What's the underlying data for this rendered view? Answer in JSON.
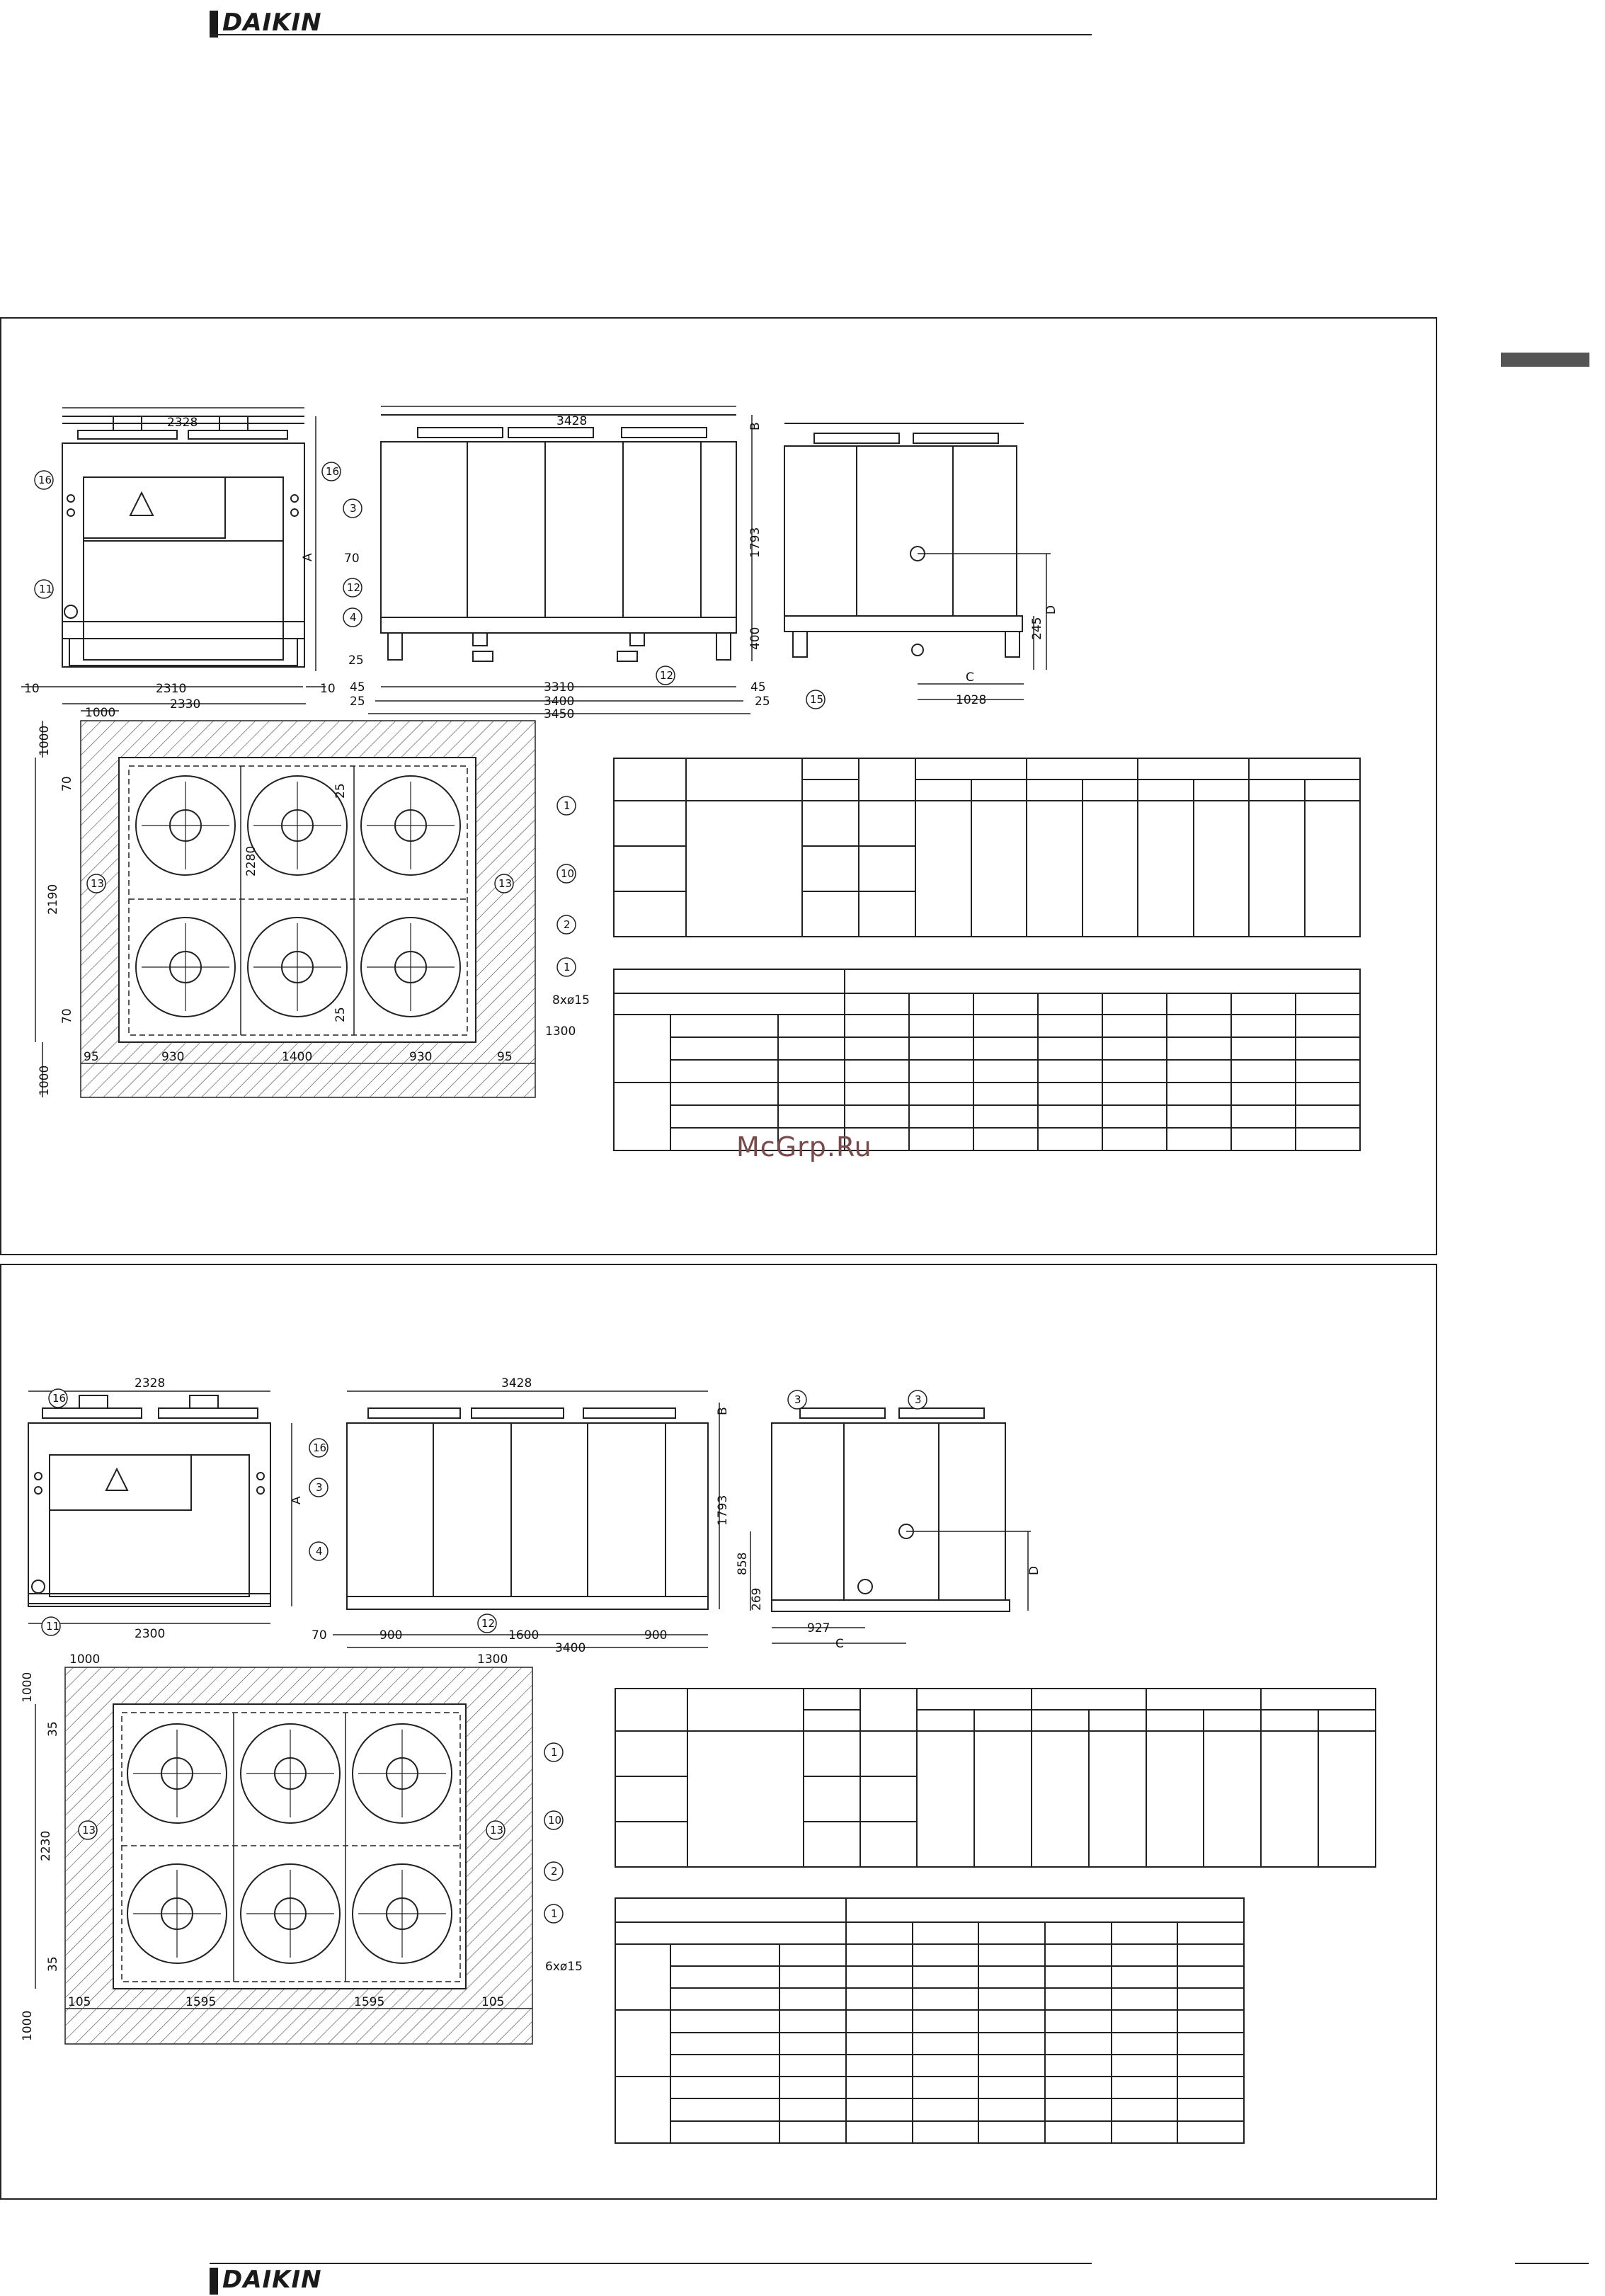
{
  "header": {
    "logo": "DAIKIN"
  },
  "footer": {
    "logo": "DAIKIN"
  },
  "watermark": "McGrp.Ru",
  "panel1": {
    "front": {
      "top_width": "2328",
      "height_label": "A",
      "bottom_inner": "2310",
      "bottom_total": "2330",
      "left_gap": "10",
      "right_gap": "10"
    },
    "side": {
      "top_width": "3428",
      "height": "1793",
      "b_label": "B",
      "foot": "400",
      "pipe_off": "70",
      "base_off": "25",
      "dims_bottom": [
        "45",
        "3310",
        "45"
      ],
      "dims_total": [
        "25",
        "3400",
        "25"
      ],
      "overall": "3450"
    },
    "rear": {
      "d_label": "D",
      "c_label": "C",
      "h245": "245",
      "w1028": "1028"
    },
    "plan": {
      "clear_top": "1000",
      "clear_left": "1000",
      "clear_bottom": "1000",
      "clear_right": "1300",
      "width": "2190",
      "off70a": "70",
      "off70b": "70",
      "inner25a": "25",
      "inner2280": "2280",
      "inner25b": "25",
      "bottom_dims": [
        "95",
        "930",
        "1400",
        "930",
        "95"
      ],
      "holes": "8xø15"
    },
    "callouts": [
      "16",
      "16",
      "11",
      "3",
      "12",
      "4",
      "12",
      "15",
      "13",
      "13",
      "1",
      "10",
      "2",
      "1"
    ]
  },
  "panel2": {
    "front": {
      "top_width": "2328",
      "height_label": "A",
      "bottom_total": "2300"
    },
    "side": {
      "top_width": "3428",
      "height": "1793",
      "b_label": "B",
      "pipe_off": "70",
      "bottom_dims": [
        "900",
        "1600",
        "900"
      ],
      "total": "3400"
    },
    "rear": {
      "d_label": "D",
      "c_label": "C",
      "h858": "858",
      "h269": "269",
      "w927": "927"
    },
    "plan": {
      "clear_top": "1000",
      "clear_left": "1000",
      "clear_bottom": "1000",
      "clear_right": "1300",
      "width": "2230",
      "off35a": "35",
      "off35b": "35",
      "bottom_dims": [
        "105",
        "1595",
        "1595",
        "105"
      ],
      "holes": "6xø15"
    },
    "callouts": [
      "16",
      "16",
      "11",
      "3",
      "4",
      "12",
      "3",
      "3",
      "13",
      "13",
      "1",
      "10",
      "2",
      "1"
    ]
  }
}
